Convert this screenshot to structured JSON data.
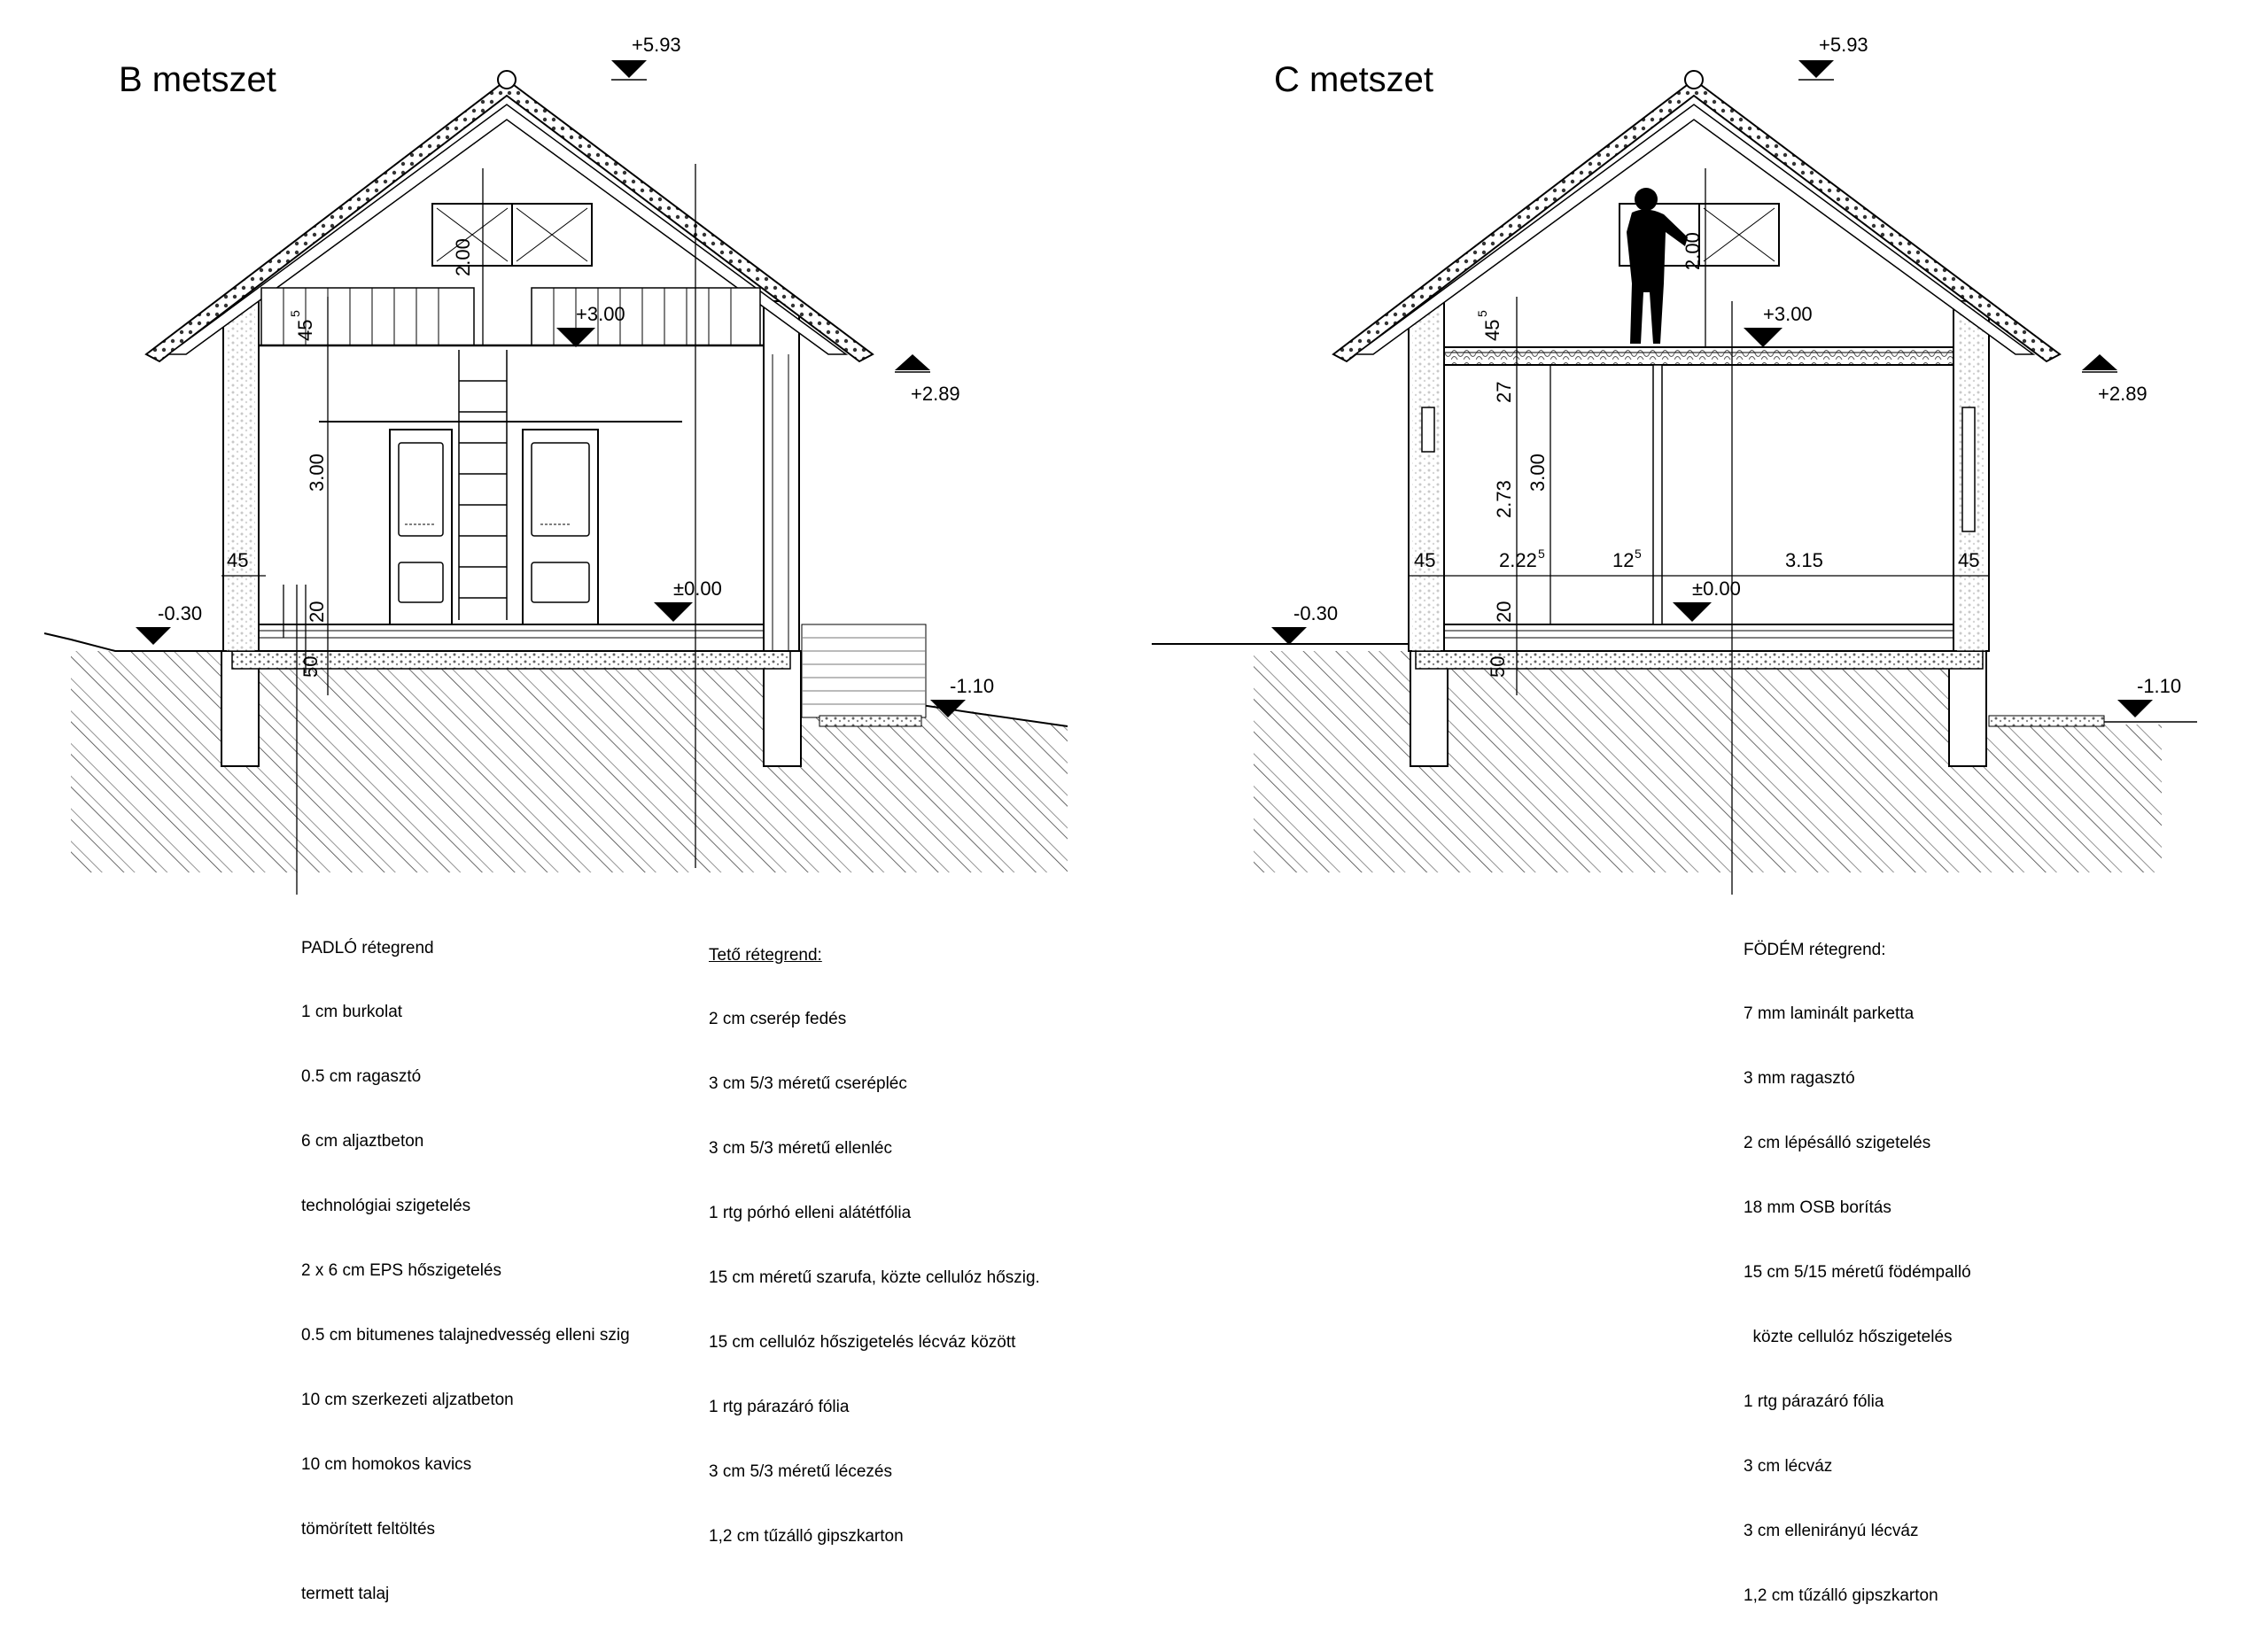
{
  "b_section": {
    "title": "B metszet",
    "levels": {
      "ridge": "+5.93",
      "attic_floor": "+3.00",
      "eave": "+2.89",
      "ground_floor": "±0.00",
      "ground_left": "-0.30",
      "ground_right": "-1.10"
    },
    "dims": {
      "wall_left": "45",
      "attic_knee": "45",
      "attic_knee_sup": "5",
      "window_height": "2.00",
      "storey_height": "3.00",
      "floor_build": "20",
      "floor_base": "50"
    },
    "floor_legend": {
      "heading": "PADLÓ rétegrend",
      "items": [
        "1 cm burkolat",
        "0.5 cm ragasztó",
        "6 cm aljaztbeton",
        "technológiai szigetelés",
        "2 x 6 cm EPS hőszigetelés",
        "0.5 cm bitumenes talajnedvesség elleni szig",
        "10 cm szerkezeti aljzatbeton",
        "10 cm homokos kavics",
        "tömörített feltöltés",
        "termett talaj"
      ]
    },
    "roof_legend": {
      "heading": "Tető rétegrend:",
      "items": [
        "2 cm cserép fedés",
        "3 cm 5/3 méretű cserépléc",
        "3 cm 5/3 méretű ellenléc",
        "1 rtg pórhó elleni alátétfólia",
        "15 cm méretű szarufa, közte cellulóz hőszig.",
        "15 cm cellulóz hőszigetelés lécváz között",
        "1 rtg párazáró fólia",
        "3 cm 5/3 méretű lécezés",
        "1,2 cm tűzálló gipszkarton"
      ]
    }
  },
  "c_section": {
    "title": "C metszet",
    "levels": {
      "ridge": "+5.93",
      "attic_floor": "+3.00",
      "eave": "+2.89",
      "ground_floor": "±0.00",
      "ground_left": "-0.30",
      "ground_right": "-1.10"
    },
    "dims": {
      "wall_left": "45",
      "wall_right": "45",
      "attic_knee": "45",
      "attic_knee_sup": "5",
      "window_height": "2.00",
      "slab": "27",
      "clear_height": "2.73",
      "storey_height": "3.00",
      "floor_build": "20",
      "floor_base": "50",
      "room_left": "2.22",
      "room_left_sup": "5",
      "partition": "12",
      "partition_sup": "5",
      "room_right": "3.15"
    },
    "slab_legend": {
      "heading": "FÖDÉM rétegrend:",
      "items": [
        "7 mm laminált parketta",
        "3 mm ragasztó",
        "2 cm lépésálló szigetelés",
        "18 mm OSB borítás",
        "15 cm 5/15 méretű födémpalló",
        "  közte cellulóz hőszigetelés",
        "1 rtg párazáró fólia",
        "3 cm lécváz",
        "3 cm ellenirányú lécváz",
        "1,2 cm tűzálló gipszkarton"
      ]
    }
  }
}
